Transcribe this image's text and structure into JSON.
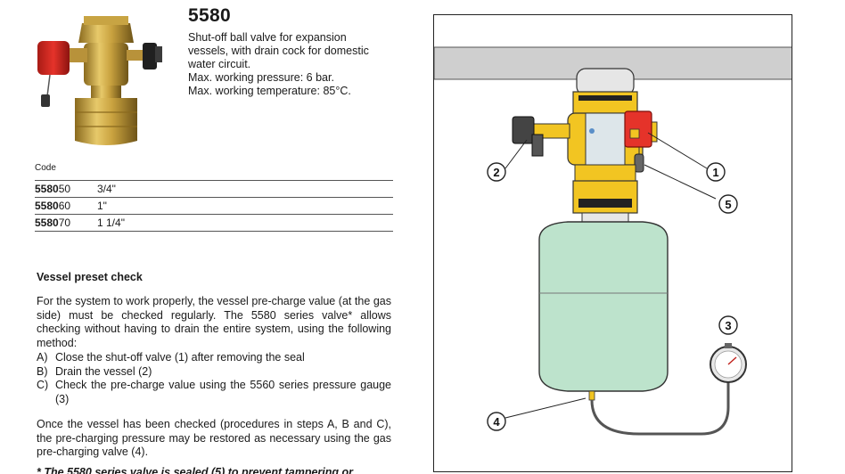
{
  "header": {
    "model_number": "5580",
    "description_lines": [
      "Shut-off ball valve for expansion",
      "vessels, with drain cock for domestic",
      "water circuit.",
      "Max. working pressure: 6 bar.",
      "Max. working temperature: 85°C."
    ]
  },
  "code_table": {
    "label": "Code",
    "rows": [
      {
        "code_bold": "5580",
        "code_rest": "50",
        "size": "3/4\""
      },
      {
        "code_bold": "5580",
        "code_rest": "60",
        "size": "1\""
      },
      {
        "code_bold": "5580",
        "code_rest": "70",
        "size": "1 1/4\""
      }
    ]
  },
  "section": {
    "heading": "Vessel preset check",
    "paragraph_1": "For the system to work properly, the vessel pre-charge value (at the gas side) must be checked regularly. The 5580 series valve* allows checking without having to drain the entire system, using the following method:",
    "steps": [
      {
        "letter": "A)",
        "text": "Close the shut-off valve (1) after removing the seal"
      },
      {
        "letter": "B)",
        "text": "Drain the vessel (2)"
      },
      {
        "letter": "C)",
        "text": "Check the pre-charge value using the 5560 series pressure gauge (3)"
      }
    ],
    "paragraph_2": "Once the vessel has been checked (procedures in steps A, B and C), the pre-charging pressure may be restored as necessary using the gas pre-charging valve (4).",
    "footnote": "* The 5580 series valve is sealed (5) to prevent tampering or"
  },
  "diagram": {
    "callouts": [
      "1",
      "2",
      "3",
      "4",
      "5"
    ],
    "colors": {
      "vessel": "#bde3cc",
      "brass": "#f2c522",
      "red_knob": "#e5332a",
      "ceiling": "#cfcfcf"
    }
  }
}
